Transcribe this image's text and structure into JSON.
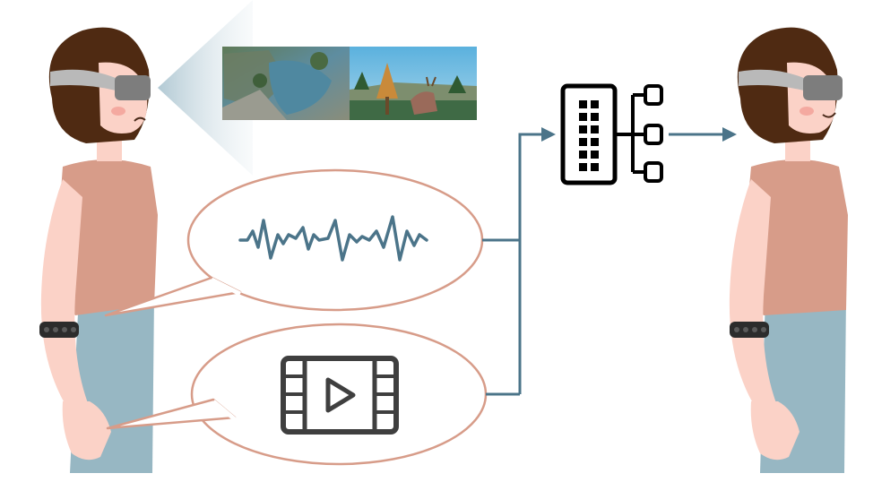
{
  "diagram": {
    "person_left": {
      "expression": "frowning",
      "headset": "vr-headset",
      "wristband": "sensor-band"
    },
    "person_right": {
      "expression": "smiling",
      "headset": "vr-headset",
      "wristband": "sensor-band"
    },
    "vr_view": {
      "panels": [
        "forest-river-scene",
        "deer-forest-scene"
      ]
    },
    "bubbles": [
      {
        "icon": "signal-waveform-icon"
      },
      {
        "icon": "video-icon"
      }
    ],
    "model": {
      "icon": "ml-model-icon"
    },
    "colors": {
      "skin": "#fbd2c7",
      "shirt": "#d79c89",
      "pants": "#97b7c3",
      "hair": "#4f2a12",
      "headset": "#7d7d7d",
      "bubble_stroke": "#d79c89",
      "connector": "#4b7489",
      "wave": "#4b7489",
      "icon_dark": "#3f3f3f"
    }
  }
}
